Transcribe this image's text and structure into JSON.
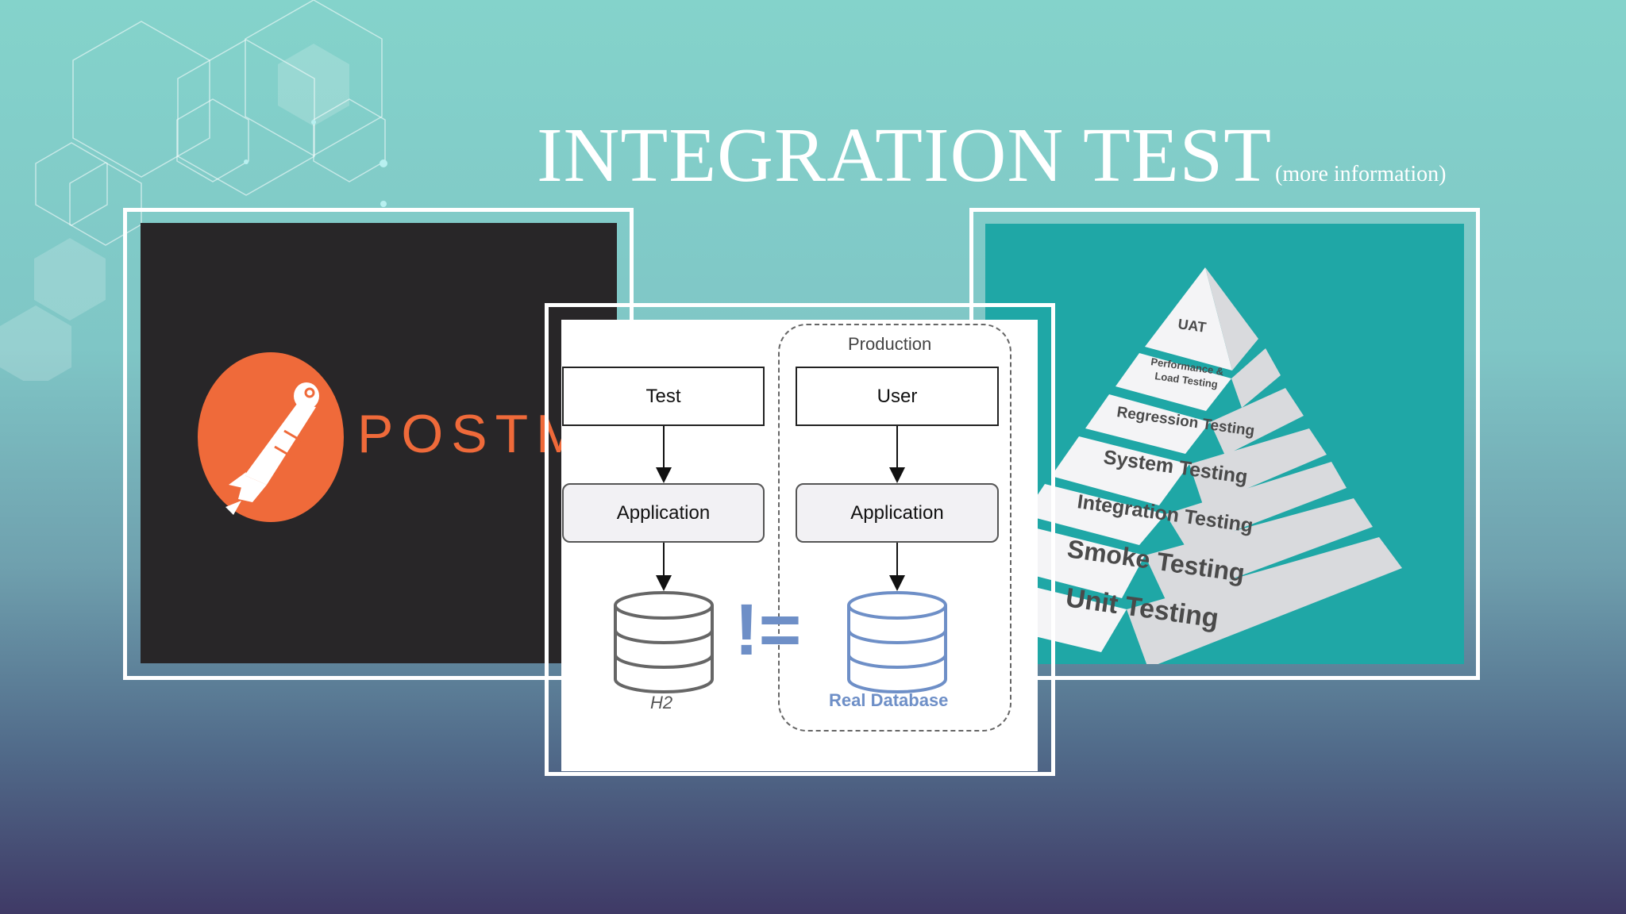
{
  "slide": {
    "title": "INTEGRATION TEST",
    "title_note": "(more information)"
  },
  "postman": {
    "wordmark": "POSTMA",
    "brand_color": "#ef6a3a"
  },
  "diagram": {
    "production_label": "Production",
    "test_box": "Test",
    "user_box": "User",
    "left_app": "Application",
    "right_app": "Application",
    "h2_label": "H2",
    "real_db_label": "Real Database",
    "not_equal": "!=",
    "accent_color": "#6e8fc7"
  },
  "pyramid": {
    "levels": [
      "UAT",
      "Performance &",
      "Load Testing",
      "Regression Testing",
      "System Testing",
      "Integration Testing",
      "Smoke Testing",
      "Unit Testing"
    ]
  }
}
